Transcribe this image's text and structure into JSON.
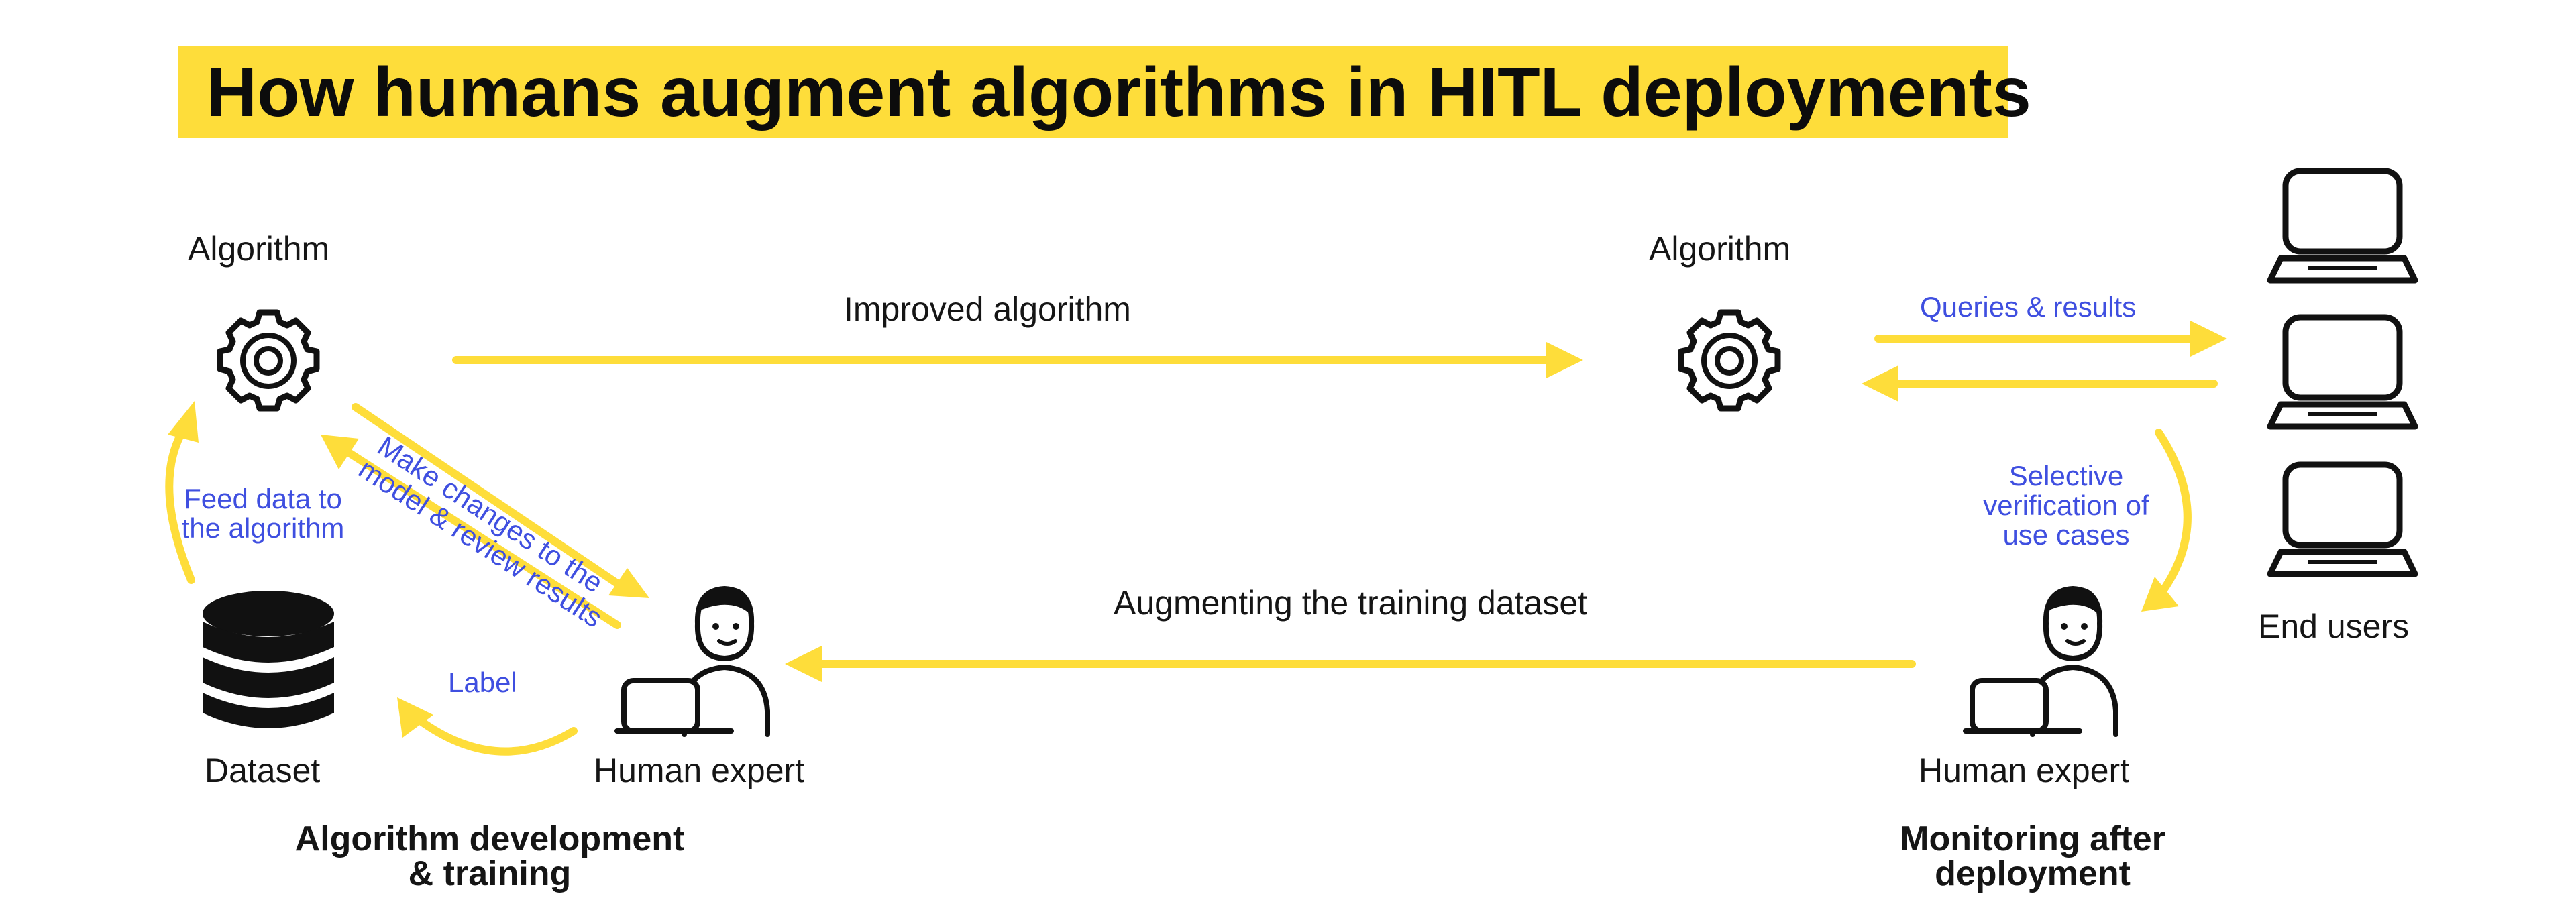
{
  "title": "How humans augment algorithms in HITL deployments",
  "colors": {
    "accent_yellow": "#FEDD3A",
    "annotation_blue": "#3F4FE0",
    "ink": "#111111"
  },
  "left": {
    "algorithm_label": "Algorithm",
    "dataset_label": "Dataset",
    "human_label": "Human expert",
    "feed_data": "Feed data to the algorithm",
    "make_changes_line1": "Make changes to the",
    "make_changes_line2": "model & review results",
    "label": "Label",
    "section": "Algorithm development & training"
  },
  "middle": {
    "improved_algorithm": "Improved algorithm",
    "augmenting": "Augmenting the training dataset"
  },
  "right": {
    "algorithm_label": "Algorithm",
    "human_label": "Human expert",
    "end_users": "End users",
    "queries": "Queries & results",
    "selective": "Selective verification of use cases",
    "section": "Monitoring after deployment"
  },
  "icons": [
    "gear-icon",
    "database-icon",
    "human-expert-icon",
    "laptop-icon"
  ]
}
